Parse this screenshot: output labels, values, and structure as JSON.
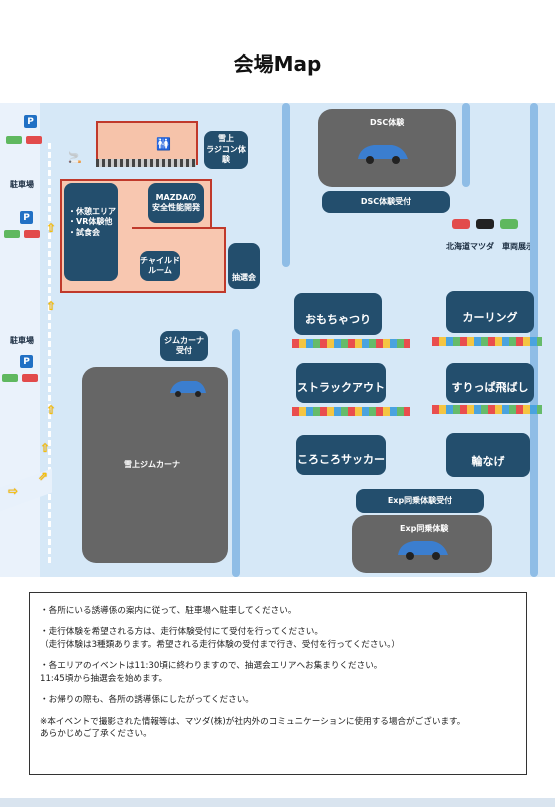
{
  "title": "会場Map",
  "parking": {
    "label_1": "駐車場",
    "label_2": "駐車場",
    "p_icon": "P"
  },
  "areas": {
    "rest_area": [
      "・休憩エリア",
      "・VR体験他",
      "・試食会"
    ],
    "mazda_safety": "MAZDAの\n安全性能開発",
    "kids_room": "チャイルド\nルーム",
    "lottery": "抽選会",
    "rc_snow": "雪上\nラジコン体験",
    "gymkhana_reception": "ジムカーナ\n受付",
    "gymkhana": "雪上ジムカーナ",
    "dsc": "DSC体験",
    "dsc_reception": "DSC体験受付",
    "hokkaido_mazda": "北海道マツダ　車両展示",
    "omochatsuri": "おもちゃつり",
    "curling": "カーリング",
    "struck_out": "ストラックアウト",
    "surippa": "すりっぱ飛ばし",
    "korokoro": "ころころサッカー",
    "wanage": "輪なげ",
    "exp_reception": "Exp同乗体験受付",
    "exp": "Exp同乗体験"
  },
  "notes": [
    "・各所にいる誘導係の案内に従って、駐車場へ駐車してください。",
    "・走行体験を希望される方は、走行体験受付にて受付を行ってください。\n（走行体験は3種類あります。希望される走行体験の受付まで行き、受付を行ってください。）",
    "・各エリアのイベントは11:30頃に終わりますので、抽選会エリアへお集まりください。\n11:45頃から抽選会を始めます。",
    "・お帰りの際も、各所の誘導係にしたがってください。",
    "※本イベントで撮影された情報等は、マツダ(株)が社内外のコミュニケーションに使用する場合がございます。\nあらかじめご了承ください。"
  ],
  "colors": {
    "box": "#234e6d",
    "map_bg": "#d6e8f7",
    "gray": "#666666",
    "road": "#e8f1fb"
  },
  "icons": [
    "parking-icon",
    "car-icon",
    "toilet-icon",
    "smoking-icon",
    "arrow-icon",
    "flag-bunting"
  ]
}
